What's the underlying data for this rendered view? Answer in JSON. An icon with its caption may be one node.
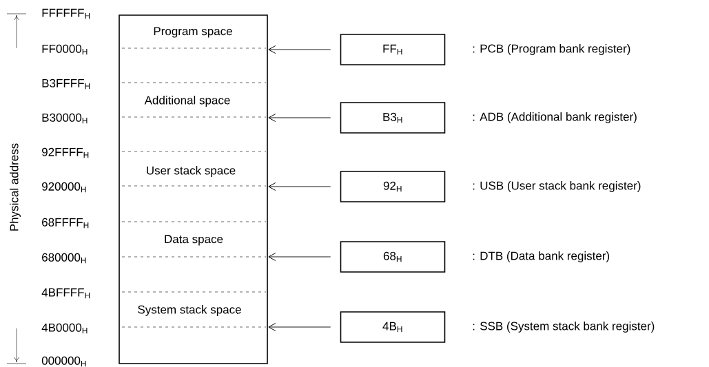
{
  "diagram": {
    "nodes": [
      {
        "text": [
          "Program space",
          "Additional space",
          "User stack space",
          "Data space",
          "System stack space"
        ]
      },
      {
        "text": [
          "FF$_{H}$"
        ],
        "beside": [
          ":   PCB (Program bank register)"
        ]
      },
      {
        "text": [
          "B3$_{H}$"
        ],
        "beside": [
          ":  ADB (Additional bank register)"
        ]
      },
      {
        "text": [
          "92$_{H}$"
        ],
        "beside": [
          ":  USB (User stack bank register)"
        ]
      },
      {
        "text": [
          "68$_{H}$"
        ],
        "beside": [
          ":  DTB (Data bank register)"
        ]
      },
      {
        "text": [
          "4B$_{H}$"
        ],
        "beside": [
          ":  SSB (System stack bank register)"
        ]
      }
    ],
    "edges": [
      {
        "from": 1,
        "to": 0,
        "arrow": "to"
      },
      {
        "from": 2,
        "to": 0,
        "arrow": "to"
      },
      {
        "from": 3,
        "to": 0,
        "arrow": "to"
      },
      {
        "from": 4,
        "to": 0,
        "arrow": "to"
      },
      {
        "from": 5,
        "to": 0,
        "arrow": "to"
      }
    ],
    "labels": [
      "Physical address",
      "FFFFFF$_{H}$",
      "FF0000$_{H}$",
      "B3FFFF$_{H}$",
      "B30000$_{H}$",
      "92FFFF$_{H}$",
      "920000$_{H}$",
      "68FFFF$_{H}$",
      "680000$_{H}$",
      "4BFFFF$_{H}$",
      "4B0000$_{H}$",
      "000000$_{H}$"
    ]
  }
}
